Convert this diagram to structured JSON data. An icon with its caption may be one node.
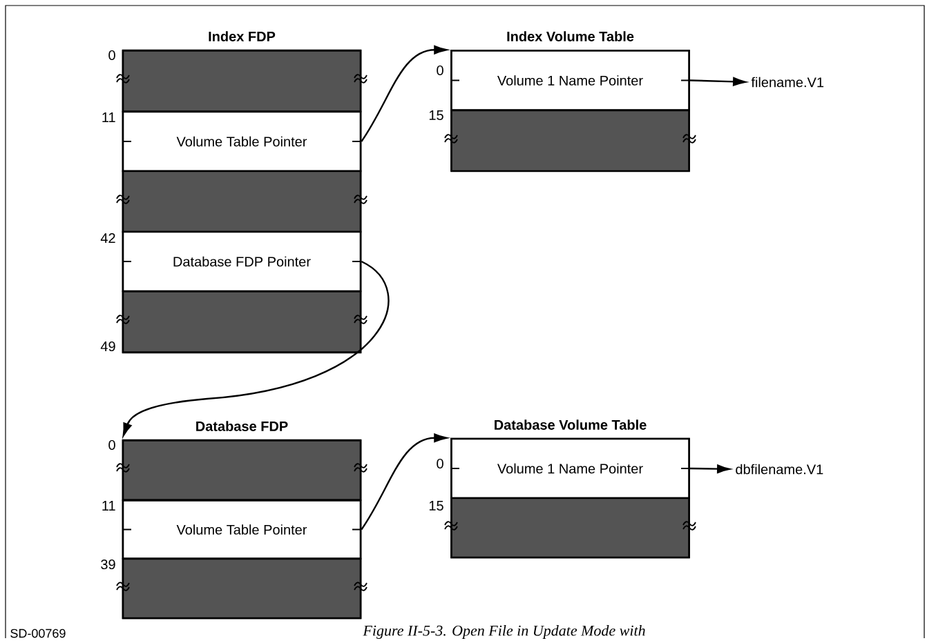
{
  "diagram": {
    "caption": "Figure II-5-3. Open File in Update Mode with",
    "nodes": [
      {
        "text": [
          "Index FDP"
        ]
      },
      {
        "text": [],
        "shape": "box",
        "in": 0
      },
      {
        "text": [
          "Volume Table Pointer"
        ],
        "in": 0
      },
      {
        "text": [],
        "shape": "box",
        "in": 0
      },
      {
        "text": [
          "Database FDP Pointer"
        ],
        "in": 0
      },
      {
        "text": [],
        "shape": "box",
        "in": 0
      },
      {
        "text": [
          "Index Volume Table"
        ]
      },
      {
        "text": [
          "Volume 1 Name Pointer"
        ],
        "in": 6
      },
      {
        "text": [],
        "shape": "box",
        "in": 6
      },
      {
        "text": [
          "filename.V1"
        ]
      },
      {
        "text": [
          "Database FDP"
        ]
      },
      {
        "text": [],
        "shape": "box",
        "in": 10
      },
      {
        "text": [
          "Volume Table Pointer"
        ],
        "in": 10
      },
      {
        "text": [],
        "shape": "box",
        "in": 10
      },
      {
        "text": [
          "Database Volume Table"
        ]
      },
      {
        "text": [
          "Volume 1 Name Pointer"
        ],
        "in": 14
      },
      {
        "text": [],
        "shape": "box",
        "in": 14
      },
      {
        "text": [
          "dbfilename.V1"
        ]
      }
    ],
    "edges": [
      {
        "from": 2,
        "to": 6,
        "arrow": "to"
      },
      {
        "from": 7,
        "to": 9,
        "arrow": "to"
      },
      {
        "from": 4,
        "to": 10,
        "arrow": "to"
      },
      {
        "from": 12,
        "to": 14,
        "arrow": "to"
      },
      {
        "from": 15,
        "to": 17,
        "arrow": "to"
      }
    ],
    "labels": [
      "0",
      "11",
      "42",
      "49",
      "0",
      "15",
      "0",
      "11",
      "39",
      "0",
      "15",
      "SD-00769"
    ]
  }
}
